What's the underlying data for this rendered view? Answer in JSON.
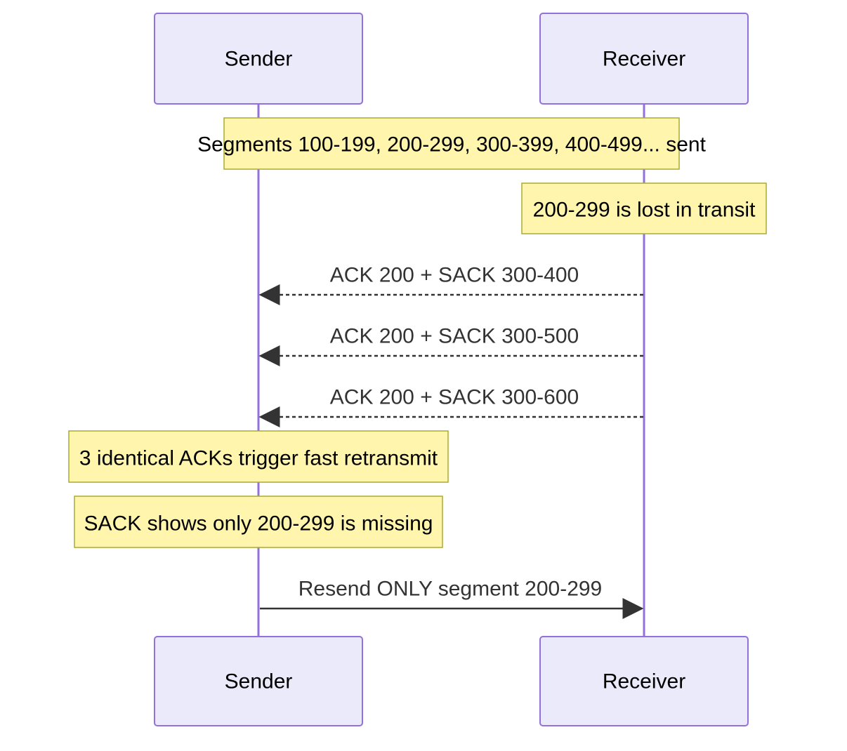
{
  "participants": {
    "sender": "Sender",
    "receiver": "Receiver"
  },
  "notes": {
    "segments_sent": "Segments 100-199, 200-299, 300-399, 400-499... sent",
    "lost_in_transit": "200-299 is lost in transit",
    "fast_retransmit": "3 identical ACKs trigger fast retransmit",
    "sack_missing": "SACK shows only 200-299 is missing"
  },
  "messages": {
    "ack_1": "ACK 200 + SACK 300-400",
    "ack_2": "ACK 200 + SACK 300-500",
    "ack_3": "ACK 200 + SACK 300-600",
    "resend": "Resend ONLY segment 200-299"
  },
  "colors": {
    "actor_fill": "#EAEAFB",
    "actor_stroke": "#9370DB",
    "lifeline": "#9370DB",
    "note_fill": "#FFF5AD",
    "note_stroke": "#AAAA33",
    "arrow": "#333333",
    "text": "#000000"
  }
}
